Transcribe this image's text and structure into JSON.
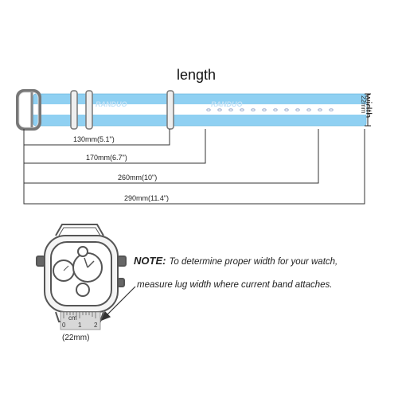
{
  "title": "length",
  "width_label": "width",
  "band_width": "22mm",
  "brand_text": "RANDUO",
  "dimensions": [
    {
      "label": "130mm(5.1\")"
    },
    {
      "label": "170mm(6.7\")"
    },
    {
      "label": "260mm(10\")"
    },
    {
      "label": "290mm(11.4\")"
    }
  ],
  "note_prefix": "NOTE:",
  "note_line1": "To determine proper width for your watch,",
  "note_line2": "measure lug width where current band attaches.",
  "ruler_unit": "cm",
  "ruler_ticks": [
    "0",
    "1",
    "2"
  ],
  "lug_measure": "(22mm)",
  "colors": {
    "band_blue": "#8fd0f2",
    "stripe_white": "#ffffff",
    "outline": "#555555"
  }
}
